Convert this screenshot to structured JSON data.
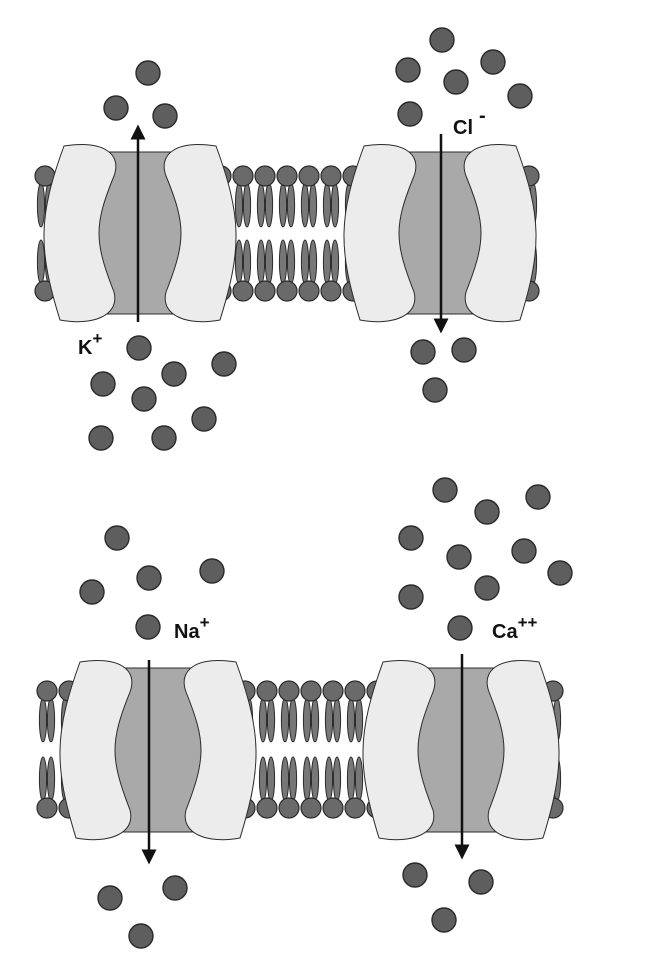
{
  "colors": {
    "ion_fill": "#5e5e5e",
    "ion_stroke": "#2b2b2b",
    "lipid_head": "#6a6a6a",
    "lipid_tail": "#777777",
    "channel_pore": "#a9a9a9",
    "channel_subunit": "#ececec",
    "arrow": "#111111"
  },
  "channels": [
    {
      "id": "k",
      "ion": "K",
      "charge": "+",
      "direction": "outward"
    },
    {
      "id": "cl",
      "ion": "Cl",
      "charge": "-",
      "direction": "inward"
    },
    {
      "id": "na",
      "ion": "Na",
      "charge": "+",
      "direction": "inward"
    },
    {
      "id": "ca",
      "ion": "Ca",
      "charge": "++",
      "direction": "inward"
    }
  ]
}
